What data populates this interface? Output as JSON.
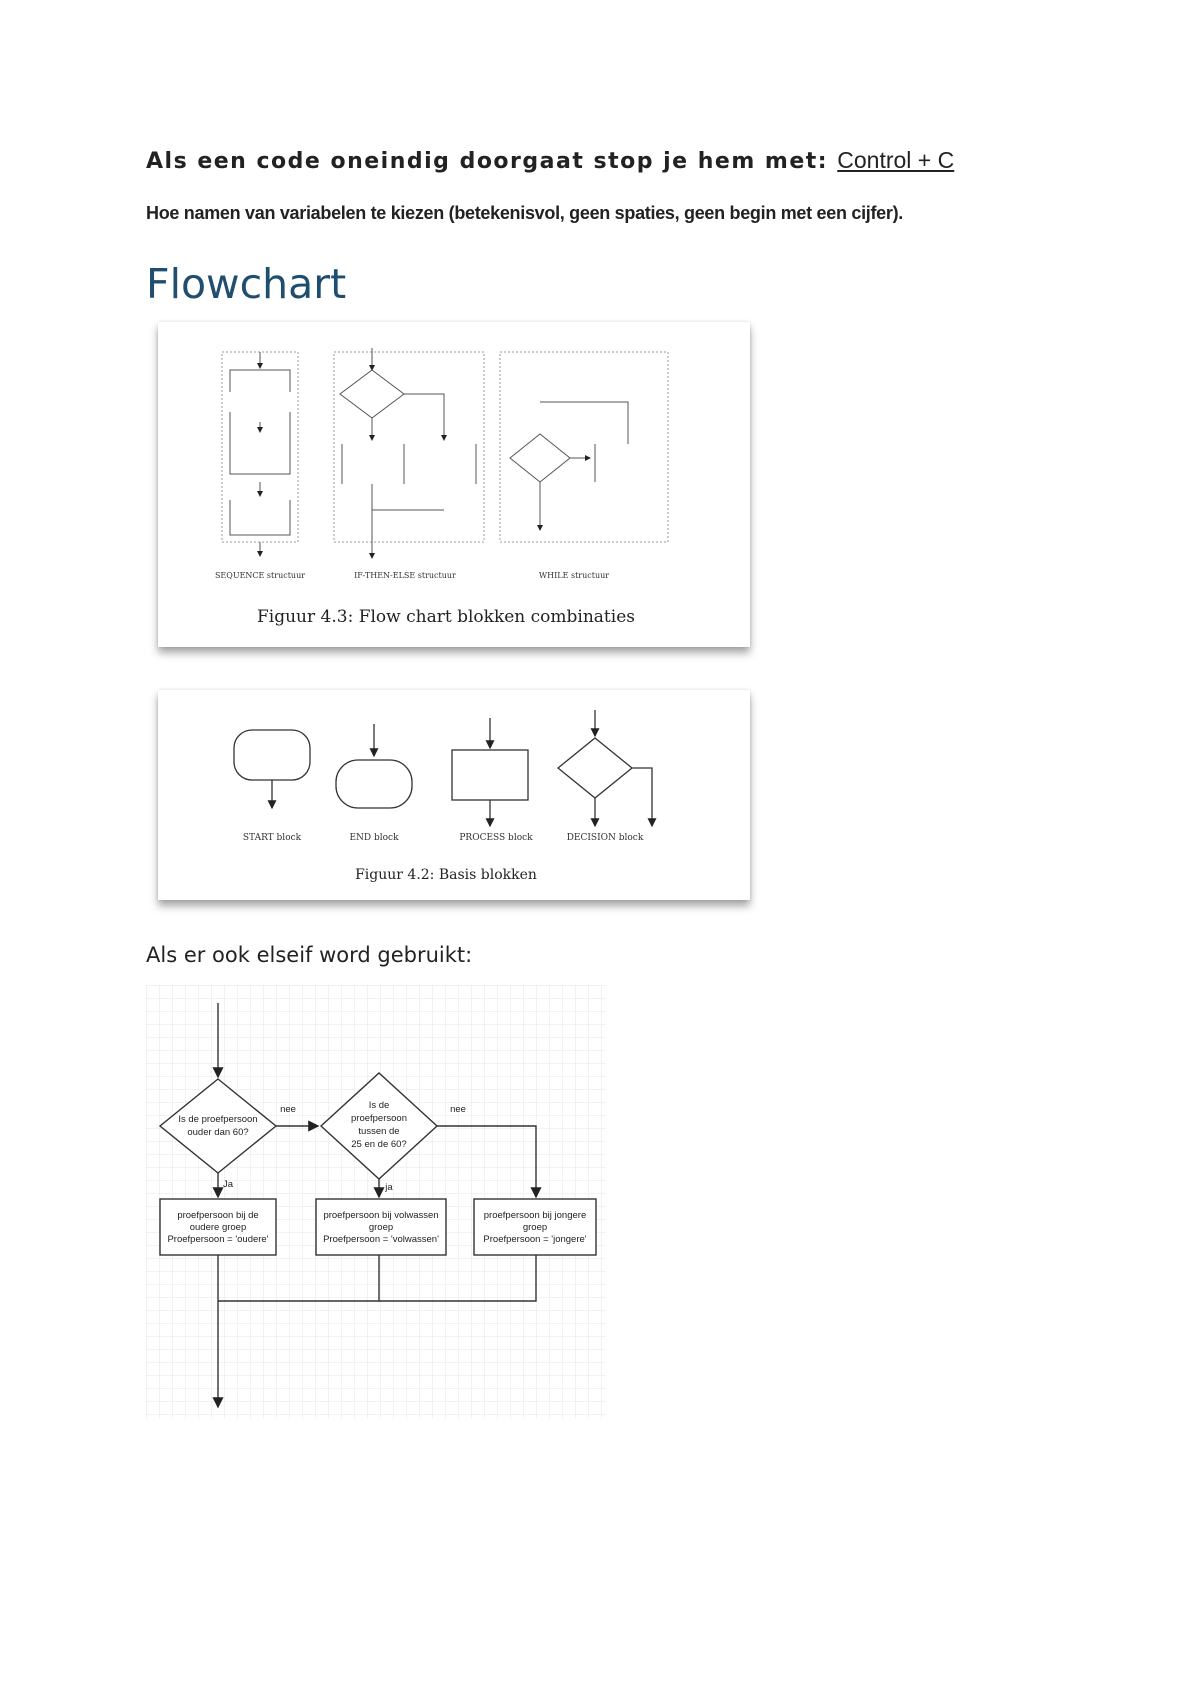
{
  "intro": {
    "stop_text": "Als een code oneindig doorgaat stop je hem met:",
    "stop_shortcut": "Control + C",
    "naming_text": "Hoe namen van variabelen te kiezen (betekenisvol, geen spaties, geen begin met een cijfer)."
  },
  "section": {
    "heading": "Flowchart"
  },
  "figure_combinations": {
    "labels": [
      "SEQUENCE structuur",
      "IF-THEN-ELSE structuur",
      "WHILE structuur"
    ],
    "caption": "Figuur 4.3: Flow chart blokken combinaties"
  },
  "figure_basics": {
    "labels": [
      "START block",
      "END block",
      "PROCESS block",
      "DECISION block"
    ],
    "caption": "Figuur 4.2: Basis blokken"
  },
  "elseif": {
    "intro": "Als er ook elseif word gebruikt:",
    "decision1": [
      "Is de proefpersoon",
      "ouder dan 60?"
    ],
    "decision2": [
      "Is de",
      "proefpersoon",
      "tussen de",
      "25 en de 60?"
    ],
    "edge_nee_1": "nee",
    "edge_nee_2": "nee",
    "edge_ja_1": "Ja",
    "edge_ja_2": "ja",
    "process1": [
      "proefpersoon bij de",
      "oudere groep",
      "Proefpersoon = 'oudere'"
    ],
    "process2": [
      "proefpersoon bij volwassen",
      "groep",
      "Proefpersoon = 'volwassen'"
    ],
    "process3": [
      "proefpersoon bij jongere",
      "groep",
      "Proefpersoon = 'jongere'"
    ]
  }
}
